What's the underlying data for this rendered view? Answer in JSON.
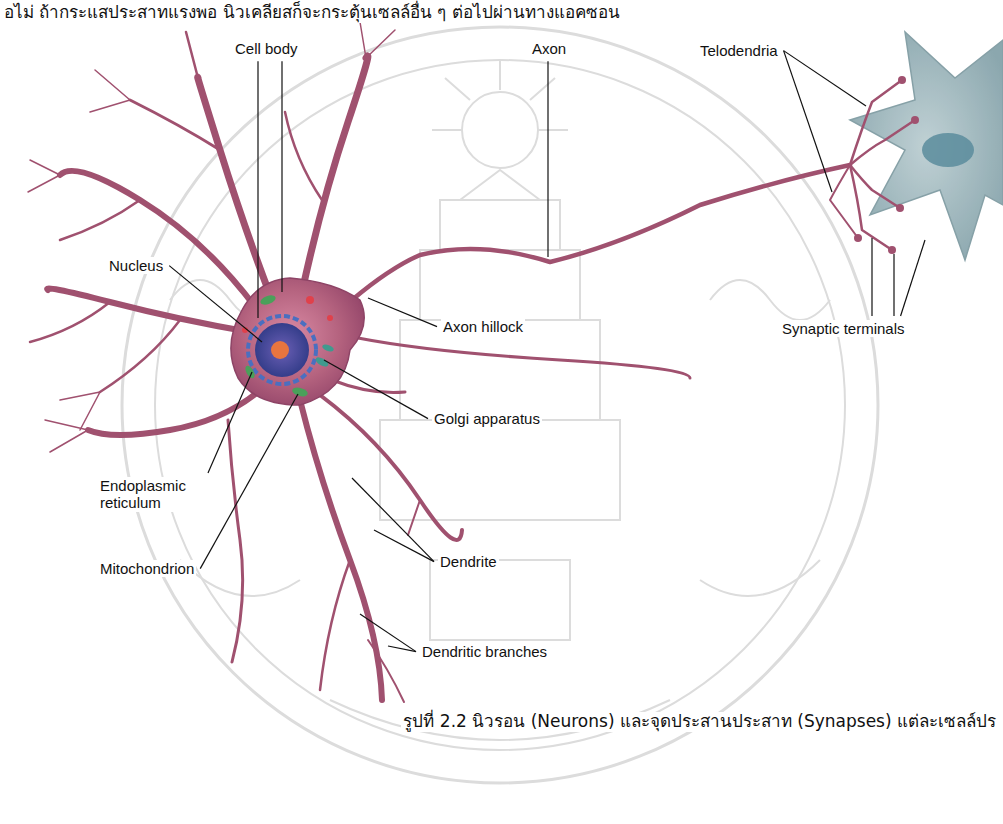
{
  "diagram": {
    "caption": "รูปที่ 2.2 นิวรอน (Neurons) และจุดประสานประสาท (Synapses) แต่ละเซลล์ปร",
    "labels": [
      "อไม่ ถ้ากระแสประสาทแรงพอ นิวเคลียสก็จะกระตุ้นเซลล์อื่น ๆ ต่อไปผ่านทางแอคซอน",
      "Cell body",
      "Axon",
      "Telodendria",
      "Nucleus",
      "Axon hillock",
      "Synaptic terminals",
      "Golgi apparatus",
      "Endoplasmic reticulum",
      "Mitochondrion",
      "Dendrite",
      "Dendritic branches"
    ]
  }
}
